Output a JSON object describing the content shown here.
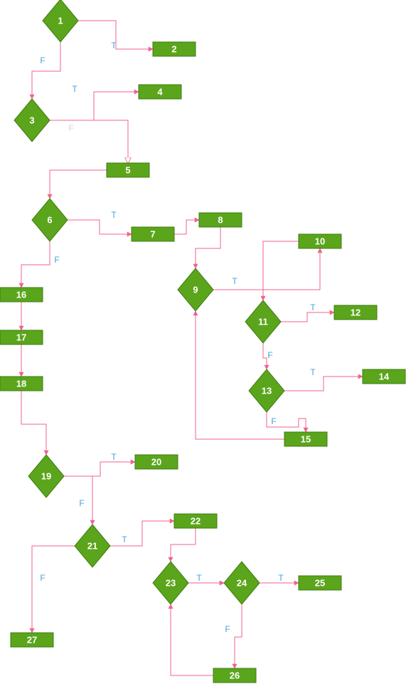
{
  "colors": {
    "node_fill": "#5aa51b",
    "node_stroke": "#3e7d10",
    "node_text": "#ffffff",
    "edge": "#f06292",
    "edge_label": "#4a9fd8"
  },
  "nodes": [
    {
      "id": "1",
      "shape": "diamond",
      "label": "1"
    },
    {
      "id": "2",
      "shape": "rect",
      "label": "2"
    },
    {
      "id": "3",
      "shape": "diamond",
      "label": "3"
    },
    {
      "id": "4",
      "shape": "rect",
      "label": "4"
    },
    {
      "id": "5",
      "shape": "rect",
      "label": "5"
    },
    {
      "id": "6",
      "shape": "diamond",
      "label": "6"
    },
    {
      "id": "7",
      "shape": "rect",
      "label": "7"
    },
    {
      "id": "8",
      "shape": "rect",
      "label": "8"
    },
    {
      "id": "9",
      "shape": "diamond",
      "label": "9"
    },
    {
      "id": "10",
      "shape": "rect",
      "label": "10"
    },
    {
      "id": "11",
      "shape": "diamond",
      "label": "11"
    },
    {
      "id": "12",
      "shape": "rect",
      "label": "12"
    },
    {
      "id": "13",
      "shape": "diamond",
      "label": "13"
    },
    {
      "id": "14",
      "shape": "rect",
      "label": "14"
    },
    {
      "id": "15",
      "shape": "rect",
      "label": "15"
    },
    {
      "id": "16",
      "shape": "rect",
      "label": "16"
    },
    {
      "id": "17",
      "shape": "rect",
      "label": "17"
    },
    {
      "id": "18",
      "shape": "rect",
      "label": "18"
    },
    {
      "id": "19",
      "shape": "diamond",
      "label": "19"
    },
    {
      "id": "20",
      "shape": "rect",
      "label": "20"
    },
    {
      "id": "21",
      "shape": "diamond",
      "label": "21"
    },
    {
      "id": "22",
      "shape": "rect",
      "label": "22"
    },
    {
      "id": "23",
      "shape": "diamond",
      "label": "23"
    },
    {
      "id": "24",
      "shape": "diamond",
      "label": "24"
    },
    {
      "id": "25",
      "shape": "rect",
      "label": "25"
    },
    {
      "id": "26",
      "shape": "rect",
      "label": "26"
    },
    {
      "id": "27",
      "shape": "rect",
      "label": "27"
    }
  ],
  "edges": [
    {
      "from": "1",
      "to": "2",
      "label": "T"
    },
    {
      "from": "1",
      "to": "3",
      "label": "F"
    },
    {
      "from": "3",
      "to": "4",
      "label": "T"
    },
    {
      "from": "3",
      "to": "5",
      "label": "F"
    },
    {
      "from": "5",
      "to": "6",
      "label": ""
    },
    {
      "from": "6",
      "to": "7",
      "label": "T"
    },
    {
      "from": "6",
      "to": "16",
      "label": "F"
    },
    {
      "from": "7",
      "to": "8",
      "label": ""
    },
    {
      "from": "8",
      "to": "9",
      "label": ""
    },
    {
      "from": "9",
      "to": "10",
      "label": "T"
    },
    {
      "from": "10",
      "to": "11",
      "label": ""
    },
    {
      "from": "11",
      "to": "12",
      "label": "T"
    },
    {
      "from": "11",
      "to": "13",
      "label": "F"
    },
    {
      "from": "13",
      "to": "14",
      "label": "T"
    },
    {
      "from": "13",
      "to": "15",
      "label": "F"
    },
    {
      "from": "15",
      "to": "9",
      "label": ""
    },
    {
      "from": "16",
      "to": "17",
      "label": ""
    },
    {
      "from": "17",
      "to": "18",
      "label": ""
    },
    {
      "from": "18",
      "to": "19",
      "label": ""
    },
    {
      "from": "19",
      "to": "20",
      "label": "T"
    },
    {
      "from": "19",
      "to": "21",
      "label": "F"
    },
    {
      "from": "21",
      "to": "22",
      "label": "T"
    },
    {
      "from": "21",
      "to": "27",
      "label": "F"
    },
    {
      "from": "22",
      "to": "23",
      "label": ""
    },
    {
      "from": "23",
      "to": "24",
      "label": "T"
    },
    {
      "from": "24",
      "to": "25",
      "label": "T"
    },
    {
      "from": "24",
      "to": "26",
      "label": "F"
    },
    {
      "from": "26",
      "to": "23",
      "label": ""
    }
  ]
}
